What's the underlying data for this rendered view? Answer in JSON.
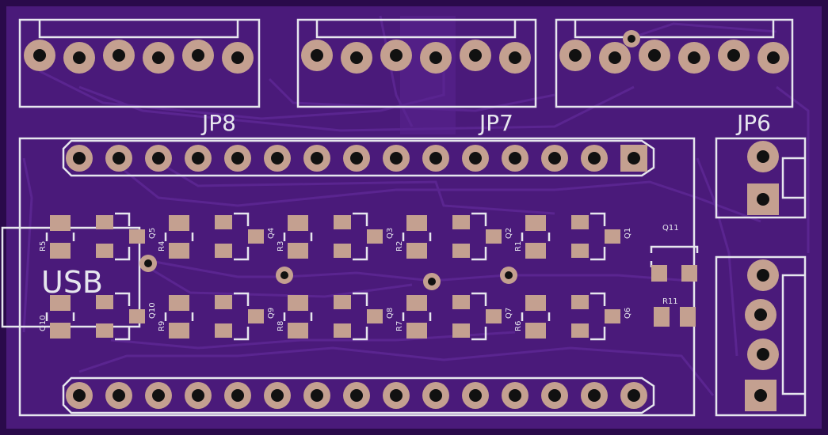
{
  "colors": {
    "board": "#4a1a7a",
    "board_edge": "#2a0a4a",
    "trace": "#5a2590",
    "silk": "#e6e6ee",
    "copper": "#c4a090",
    "hole": "#111111"
  },
  "connectors": {
    "jp8": "JP8",
    "jp7": "JP7",
    "jp6": "JP6",
    "usb": "USB"
  },
  "resistors_top": [
    "R5",
    "R4",
    "R3",
    "R2",
    "R1"
  ],
  "transistors_top": [
    "Q5",
    "Q4",
    "Q3",
    "Q2",
    "Q1"
  ],
  "resistors_bottom": [
    "Q10",
    "R9",
    "R8",
    "R7",
    "R6"
  ],
  "transistors_bottom": [
    "Q10",
    "Q9",
    "Q8",
    "Q7",
    "Q6"
  ],
  "right_parts": {
    "q11": "Q11",
    "r11": "R11"
  }
}
